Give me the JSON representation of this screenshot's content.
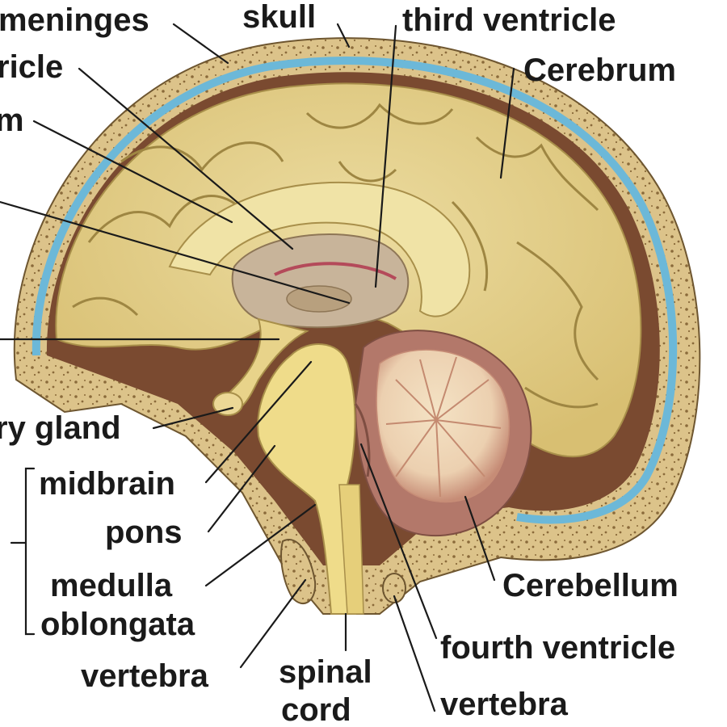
{
  "labels": {
    "meninges": "meninges",
    "skull": "skull",
    "third_ventricle": "third ventricle",
    "cerebrum": "Cerebrum",
    "ventricle_partial": "ricle",
    "corpus_partial": "m",
    "pituitary_partial": "ry gland",
    "midbrain": "midbrain",
    "pons": "pons",
    "medulla_line1": "medulla",
    "medulla_line2": "oblongata",
    "vertebra_left": "vertebra",
    "spinal_line1": "spinal",
    "spinal_line2": "cord",
    "fourth_ventricle": "fourth ventricle",
    "vertebra_right": "vertebra",
    "cerebellum": "Cerebellum"
  },
  "colors": {
    "bone": "#dcc38a",
    "bone_pore": "#8a6a3a",
    "meninges_blue": "#6cb8d8",
    "cerebrum": "#e3d08a",
    "cerebrum_dark": "#b8a25a",
    "cerebellum_outer": "#b3786a",
    "cerebellum_inner": "#f0d9b8",
    "brainstem": "#efdc8a",
    "ventricle": "#c8b49a",
    "line": "#1a1a1a"
  }
}
